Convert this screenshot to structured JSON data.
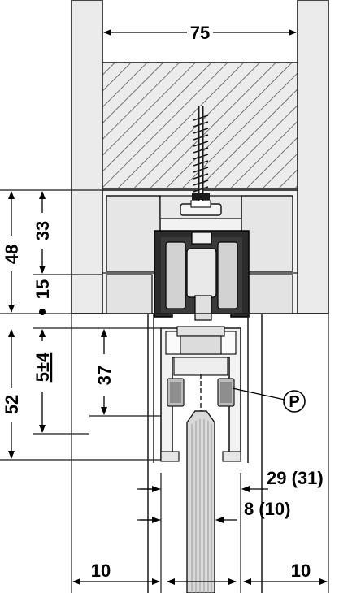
{
  "dimensions": {
    "top_width": "75",
    "height_48": "48",
    "height_33": "33",
    "height_15": "15",
    "height_52": "52",
    "height_5": "5±4",
    "height_37": "37",
    "offset_29": "29 (31)",
    "offset_8": "8 (10)",
    "left_10": "10",
    "right_10": "10"
  },
  "callouts": {
    "p_marker": "P"
  },
  "colors": {
    "frame_fill": "#ebebeb",
    "line": "#1a1a1a",
    "profile_dark": "#2b2b2b",
    "roller_light": "#cfcfcf",
    "glass_fill": "#d9d9d9"
  }
}
